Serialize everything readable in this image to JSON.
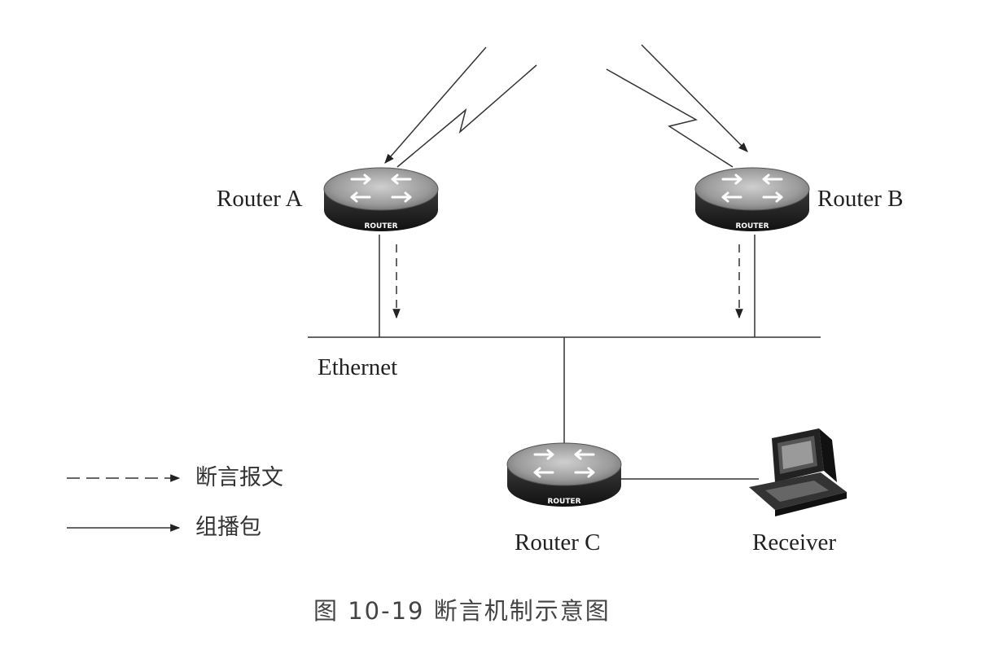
{
  "routers": {
    "a": {
      "label": "Router A",
      "badge": "ROUTER"
    },
    "b": {
      "label": "Router B",
      "badge": "ROUTER"
    },
    "c": {
      "label": "Router C",
      "badge": "ROUTER"
    }
  },
  "network": {
    "label": "Ethernet"
  },
  "receiver": {
    "label": "Receiver"
  },
  "legend": {
    "assert_message": "断言报文",
    "multicast_packet": "组播包"
  },
  "caption": "图 10-19   断言机制示意图",
  "icons": {
    "router": "router-icon",
    "receiver": "computer-icon"
  }
}
